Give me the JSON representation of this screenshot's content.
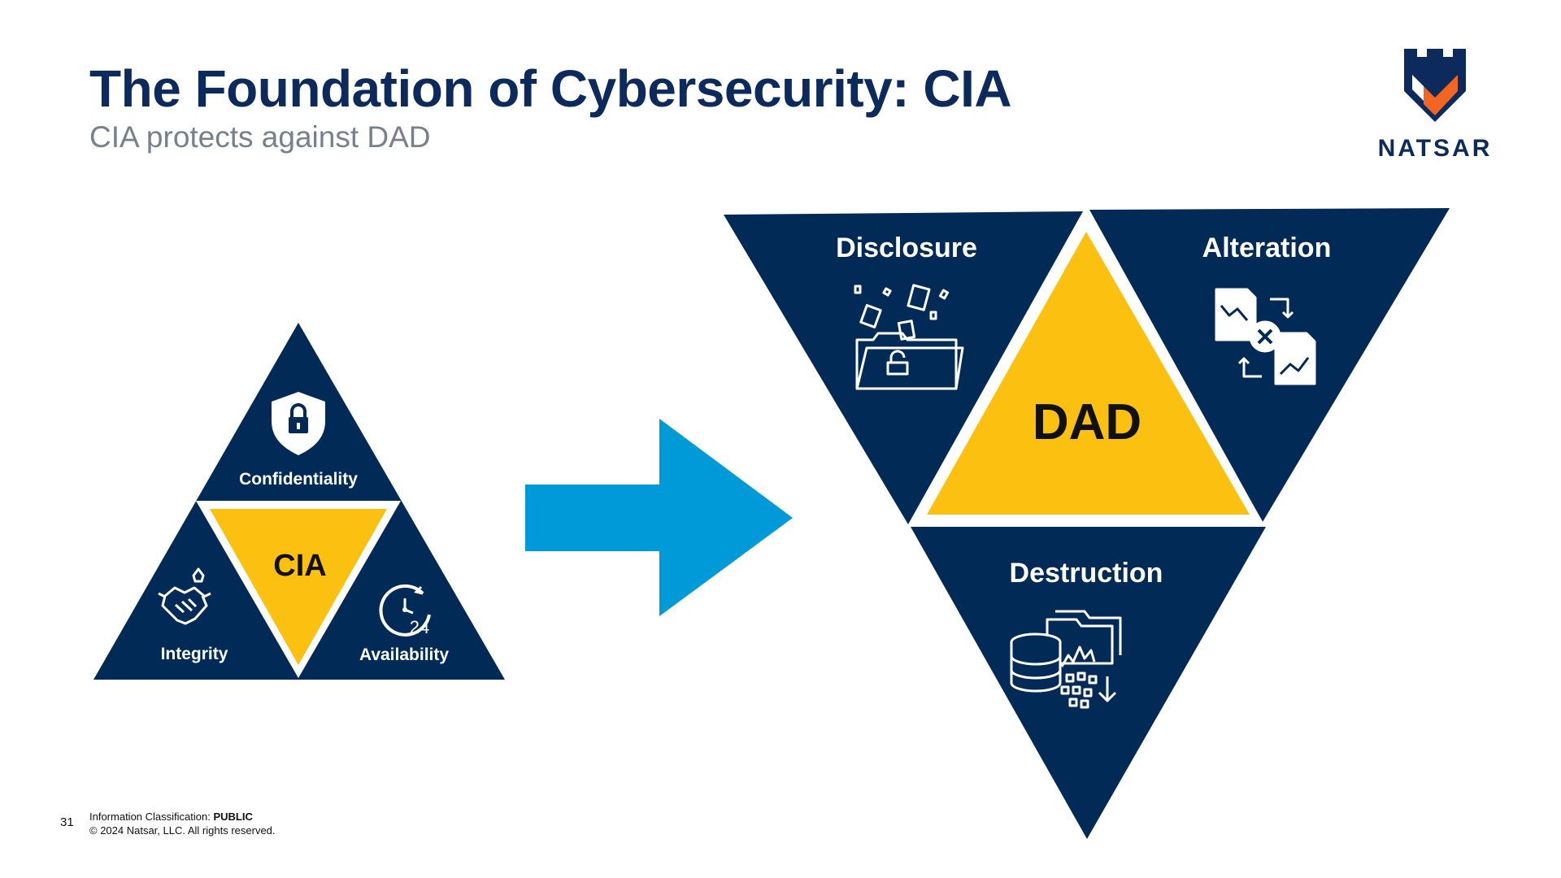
{
  "slide": {
    "title": "The Foundation of Cybersecurity: CIA",
    "subtitle": "CIA protects against DAD"
  },
  "logo": {
    "text": "NATSAR",
    "icon": "castle-shield-logo-icon"
  },
  "cia": {
    "center": "CIA",
    "confidentiality": "Confidentiality",
    "integrity": "Integrity",
    "availability": "Availability",
    "availability_icon_text": "24"
  },
  "dad": {
    "center": "DAD",
    "disclosure": "Disclosure",
    "alteration": "Alteration",
    "destruction": "Destruction"
  },
  "colors": {
    "navy": "#022a57",
    "gold": "#fcc110",
    "arrow_blue": "#009ad9",
    "logo_orange": "#f26522"
  },
  "footer": {
    "page_number": "31",
    "classification_label": "Information Classification:",
    "classification_value": "PUBLIC",
    "copyright": "© 2024 Natsar, LLC. All rights reserved."
  }
}
